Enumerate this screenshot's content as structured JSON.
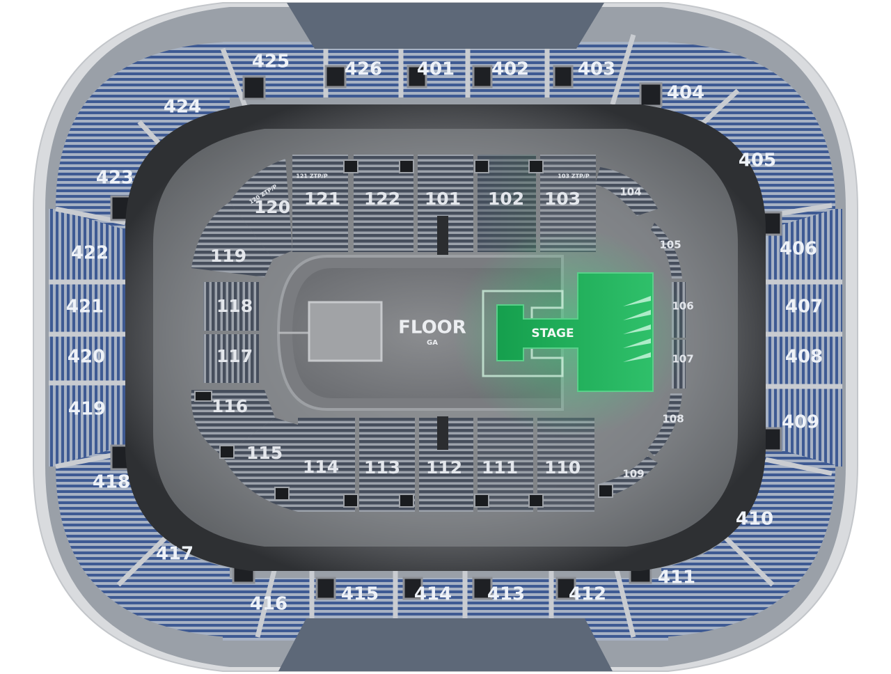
{
  "floor": {
    "label": "FLOOR",
    "sublabel": "GA"
  },
  "stage": {
    "label": "STAGE"
  },
  "colors": {
    "upper_seats": "#4d6799",
    "lower_seats": "#4a5262",
    "stage": "#1fae5a",
    "concourse": "#8a8d91",
    "outer_shell": "#d8dadd"
  },
  "upper_sections": [
    "425",
    "426",
    "401",
    "402",
    "403",
    "404",
    "405",
    "406",
    "407",
    "408",
    "409",
    "410",
    "411",
    "412",
    "413",
    "414",
    "415",
    "416",
    "417",
    "418",
    "419",
    "420",
    "421",
    "422",
    "423",
    "424"
  ],
  "lower_sections": [
    "121",
    "122",
    "101",
    "102",
    "103",
    "120",
    "119",
    "118",
    "117",
    "116",
    "115",
    "114",
    "113",
    "112",
    "111",
    "110"
  ],
  "side_sections": [
    "104",
    "105",
    "106",
    "107",
    "108",
    "109"
  ],
  "ztp_sections": [
    "121 ZTP/P",
    "120 ZTP/P",
    "103 ZTP/P"
  ]
}
